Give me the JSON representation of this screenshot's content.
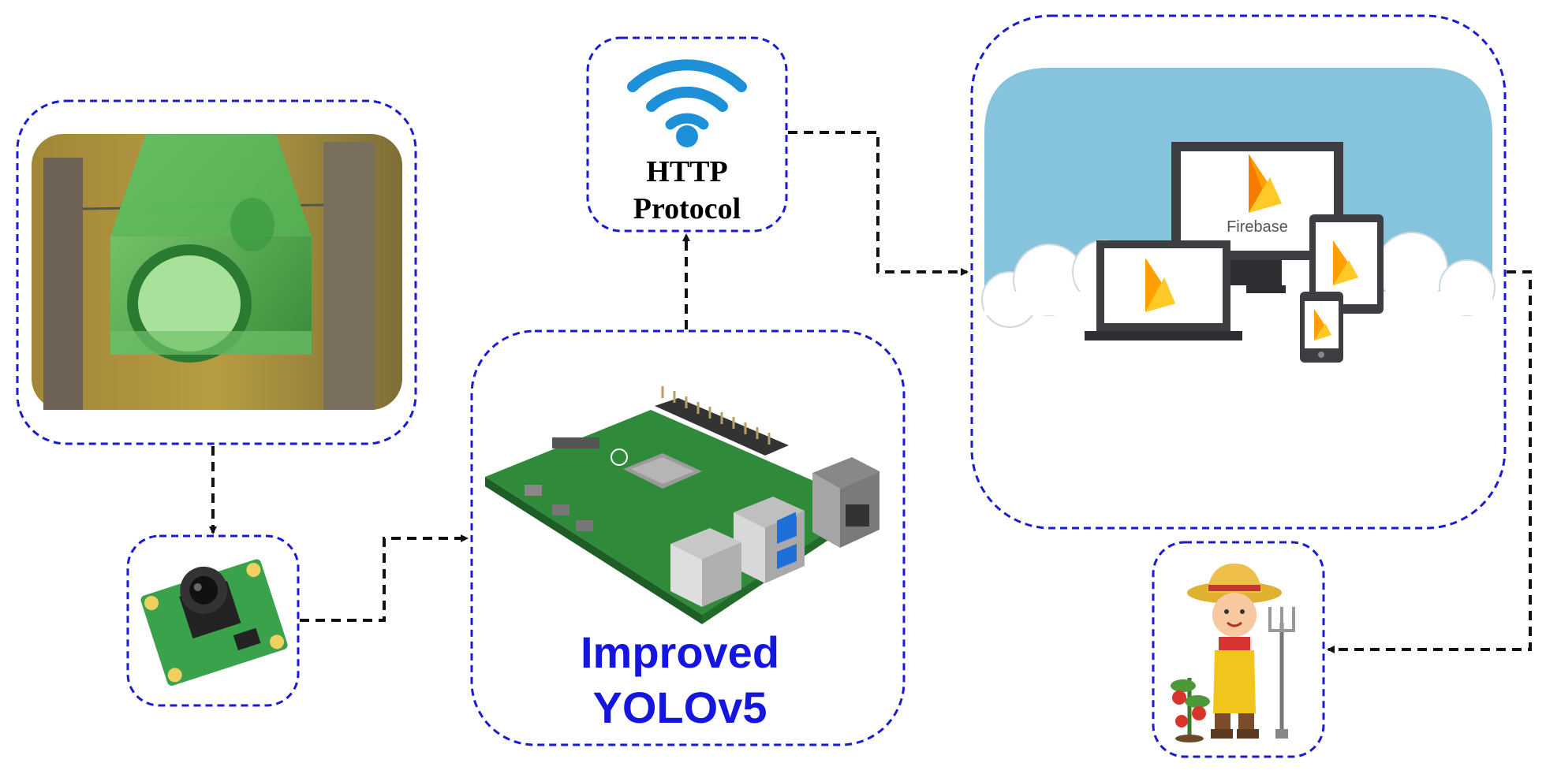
{
  "colors": {
    "box_border": "#1a1ad6",
    "arrow": "#111111",
    "wifi": "#1e90d8",
    "yolo_text": "#1515e0",
    "sky": "#86c3dd",
    "cloud": "#ffffff",
    "pcb_green": "#2f8a3a",
    "firebase_orange": "#f6a623",
    "firebase_yellow": "#ffcb2b"
  },
  "nodes": {
    "trap": {
      "icon": "insect-trap-photo"
    },
    "camera": {
      "icon": "camera-module-icon"
    },
    "raspberry_pi": {
      "icon": "raspberry-pi-board-icon",
      "label_line1": "Improved",
      "label_line2": "YOLOv5"
    },
    "http": {
      "icon": "wifi-icon",
      "label_line1": "HTTP",
      "label_line2": "Protocol"
    },
    "cloud": {
      "icon": "firebase-devices-icon",
      "label": "Firebase"
    },
    "farmer": {
      "icon": "farmer-icon"
    }
  }
}
